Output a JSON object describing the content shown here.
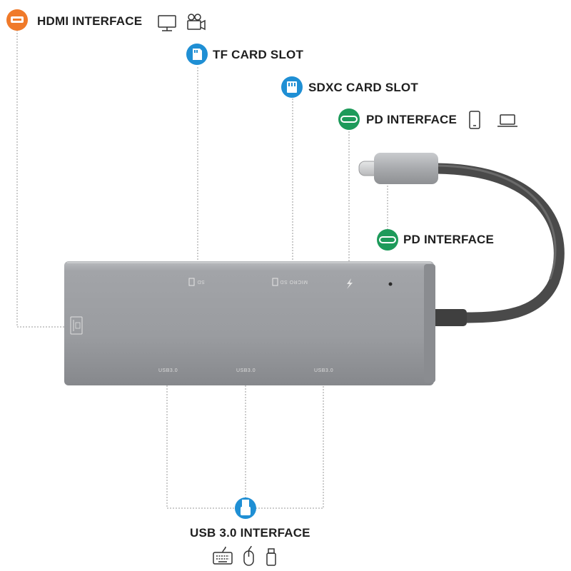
{
  "labels": {
    "hdmi": "HDMI INTERFACE",
    "tf": "TF CARD SLOT",
    "sdxc": "SDXC CARD SLOT",
    "pd_top": "PD INTERFACE",
    "pd_cable": "PD INTERFACE",
    "usb": "USB 3.0 INTERFACE"
  },
  "device": {
    "sd_port": "SD",
    "micro_sd_port": "MICRO SD",
    "usb_ports": [
      "USB3.0",
      "USB3.0",
      "USB3.0"
    ]
  },
  "colors": {
    "hdmi_badge": "#f07a2a",
    "card_badge": "#1f8fd4",
    "pd_badge": "#1d9a5a",
    "usb_badge": "#1f8fd4",
    "hub_body": "#9a9ca0",
    "cable": "#4a4a4a"
  },
  "icons": {
    "hdmi": [
      "monitor-icon",
      "video-camera-icon"
    ],
    "pd_top": [
      "phone-icon",
      "laptop-icon"
    ],
    "usb": [
      "keyboard-icon",
      "mouse-icon",
      "usb-drive-icon"
    ]
  }
}
